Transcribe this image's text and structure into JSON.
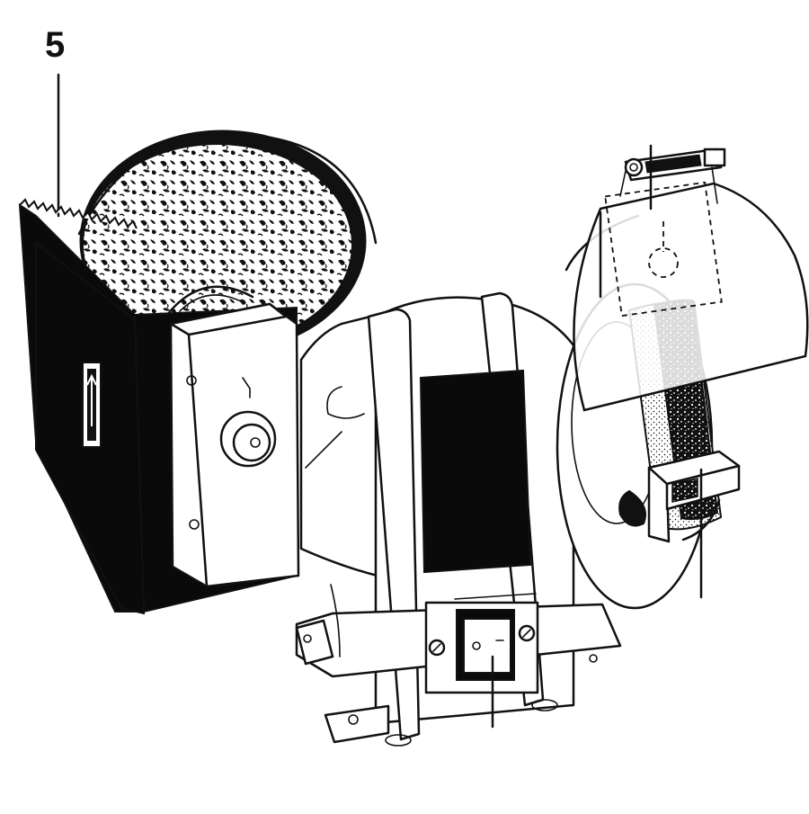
{
  "diagram": {
    "callout_label": "5",
    "colors": {
      "ink": "#111111",
      "background": "#ffffff",
      "solid": "#0a0a0a"
    },
    "parts": [
      "grinding-stone-wheel",
      "water-trough",
      "tool-rest-bracket",
      "motor-housing",
      "on-off-switch",
      "eye-shield",
      "dry-grinding-wheel",
      "tool-rest"
    ]
  }
}
